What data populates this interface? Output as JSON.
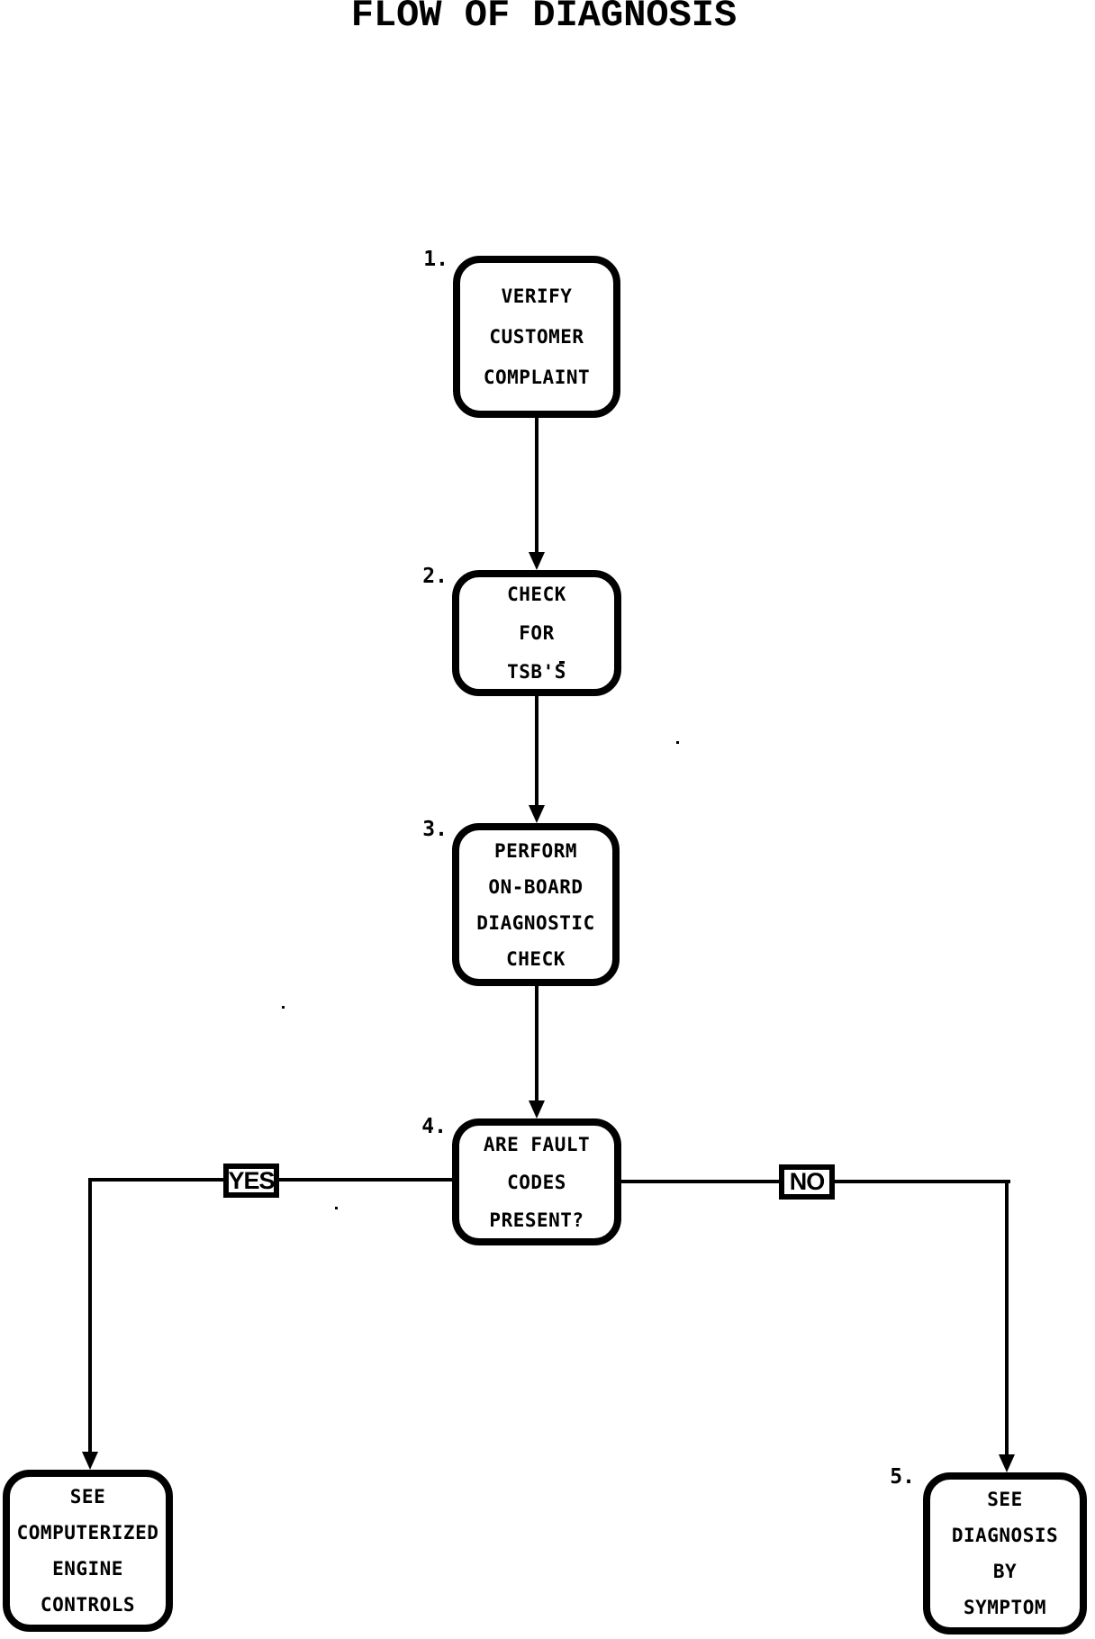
{
  "title": "FLOW OF DIAGNOSIS",
  "colors": {
    "ink": "#000000",
    "paper": "#ffffff"
  },
  "nodes": [
    {
      "number": "1.",
      "lines": [
        "VERIFY",
        "CUSTOMER",
        "COMPLAINT"
      ]
    },
    {
      "number": "2.",
      "lines": [
        "CHECK",
        "FOR",
        "TSB'S"
      ]
    },
    {
      "number": "3.",
      "lines": [
        "PERFORM",
        "ON-BOARD",
        "DIAGNOSTIC",
        "CHECK"
      ]
    },
    {
      "number": "4.",
      "lines": [
        "ARE FAULT",
        "CODES",
        "PRESENT?"
      ]
    },
    {
      "number": "",
      "lines": [
        "SEE",
        "COMPUTERIZED",
        "ENGINE",
        "CONTROLS"
      ]
    },
    {
      "number": "5.",
      "lines": [
        "SEE",
        "DIAGNOSIS",
        "BY",
        "SYMPTOM"
      ]
    }
  ],
  "branch_labels": {
    "yes": "YES",
    "no": "NO"
  }
}
